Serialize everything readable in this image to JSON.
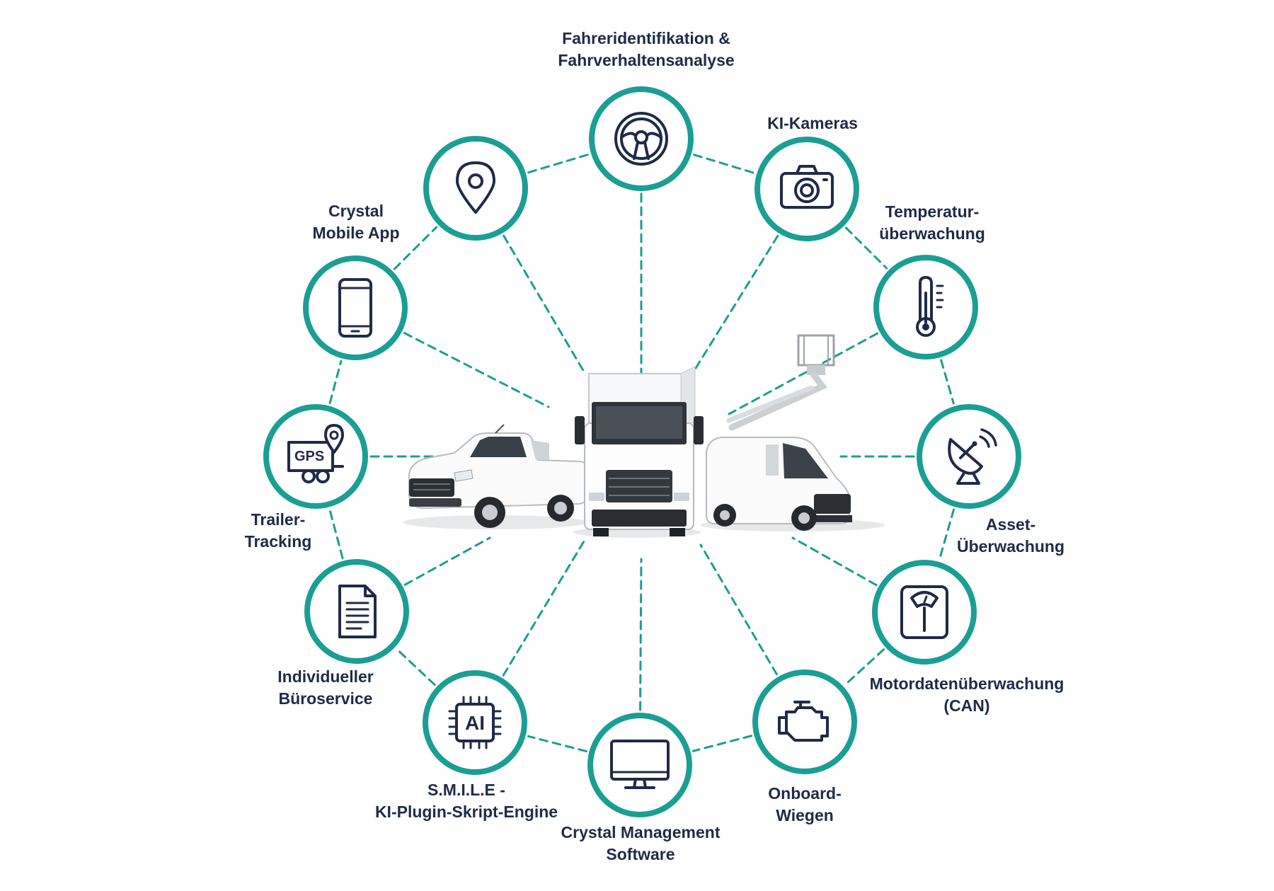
{
  "diagram": {
    "accent_color": "#1b9e93",
    "icon_color": "#1f2b46",
    "center": {
      "items": [
        "pickup-truck",
        "box-truck",
        "van-with-aerial-platform"
      ]
    },
    "nodes": [
      {
        "id": "driver",
        "icon": "steering-wheel-icon",
        "label_lines": [
          "Fahreridentifikation &",
          "Fahrverhaltensanalyse"
        ]
      },
      {
        "id": "cameras",
        "icon": "camera-icon",
        "label_lines": [
          "KI-Kameras"
        ]
      },
      {
        "id": "temperature",
        "icon": "thermometer-icon",
        "label_lines": [
          "Temperatur-",
          "überwachung"
        ]
      },
      {
        "id": "asset",
        "icon": "satellite-dish-icon",
        "label_lines": [
          "Asset-",
          "Überwachung"
        ]
      },
      {
        "id": "weighing",
        "icon": "weighing-scale-icon",
        "label_lines": [
          "Motordatenüberwachung",
          "(CAN)"
        ]
      },
      {
        "id": "engine",
        "icon": "engine-icon",
        "label_lines": [
          "Onboard-",
          "Wiegen"
        ]
      },
      {
        "id": "software",
        "icon": "monitor-icon",
        "label_lines": [
          "Crystal Management",
          "Software"
        ]
      },
      {
        "id": "smile",
        "icon": "ai-chip-icon",
        "label_lines": [
          "S.M.I.L.E -",
          "KI-Plugin-Skript-Engine"
        ]
      },
      {
        "id": "office",
        "icon": "document-icon",
        "label_lines": [
          "Individueller",
          "Büroservice"
        ]
      },
      {
        "id": "trailer",
        "icon": "gps-trailer-icon",
        "label_lines": [
          "Trailer-",
          "Tracking"
        ]
      },
      {
        "id": "mobile",
        "icon": "smartphone-icon",
        "label_lines": [
          "Crystal",
          "Mobile App"
        ]
      },
      {
        "id": "location",
        "icon": "location-pin-icon",
        "label_lines": []
      }
    ],
    "gps_text": "GPS",
    "ai_text": "AI"
  }
}
